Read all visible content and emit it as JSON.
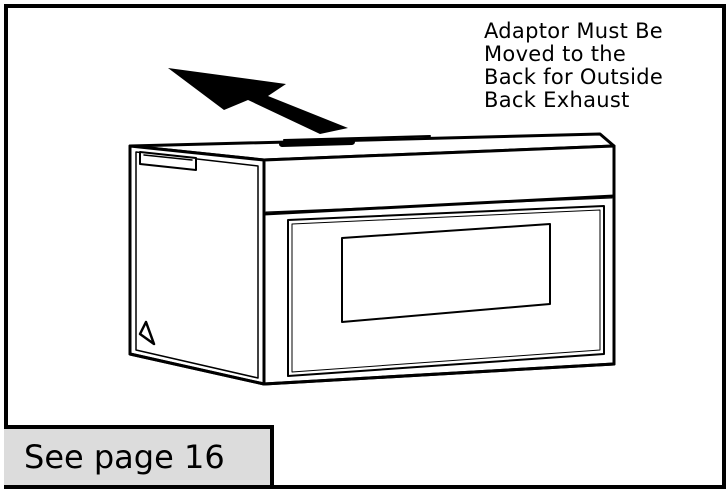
{
  "callout": {
    "lines": [
      "Adaptor Must Be",
      "Moved to the",
      "Back for Outside",
      "Back Exhaust"
    ]
  },
  "footer": {
    "label": "See page 16",
    "background": "#dcdcdc"
  },
  "colors": {
    "line": "#000000",
    "paper": "#ffffff"
  }
}
